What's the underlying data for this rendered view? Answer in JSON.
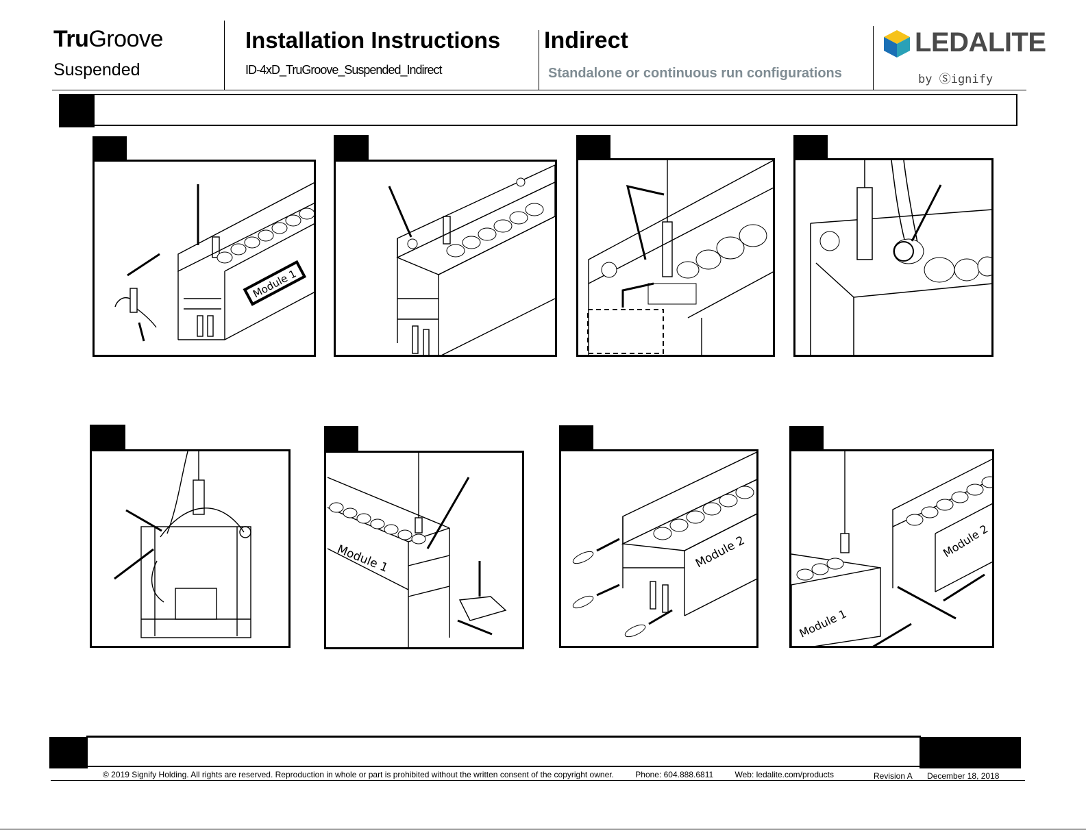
{
  "header": {
    "brand_bold": "Tru",
    "brand_rest": "Groove",
    "brand_sub": "Suspended",
    "doc_title": "Installation Instructions",
    "doc_id": "ID-4xD_TruGroove_Suspended_Indirect",
    "config_title": "Indirect",
    "config_subtitle": "Standalone or continuous run configurations",
    "logo_text": "LEDALITE",
    "logo_by": "by Ⓢignify"
  },
  "panels": {
    "p1": {
      "label": "Module 1"
    },
    "p6": {
      "label": "Module 1"
    },
    "p7": {
      "label": "Module 2"
    },
    "p8": {
      "label_a": "Module 1",
      "label_b": "Module 2"
    }
  },
  "footer": {
    "copyright": "© 2019 Signify Holding. All rights are reserved. Reproduction in whole or part is prohibited without the written consent of the copyright owner.",
    "phone": "Phone:  604.888.6811",
    "web": "Web: ledalite.com/products",
    "revision": "Revision A",
    "date": "December 18, 2018"
  },
  "colors": {
    "logo_blue": "#1a6fb5",
    "logo_yellow": "#f6c21a",
    "logo_teal": "#2aa1b7",
    "subtitle_gray": "#7f8c93"
  }
}
